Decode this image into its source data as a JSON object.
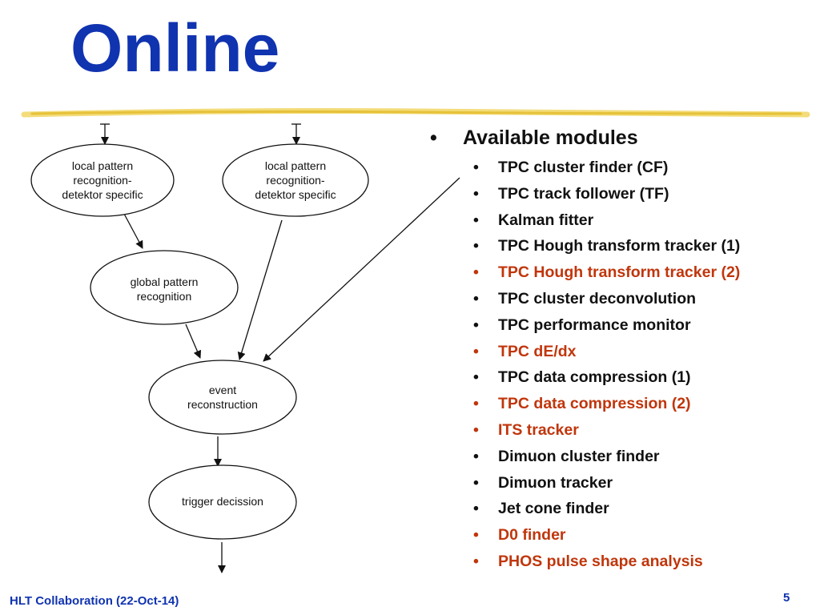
{
  "title": "Online",
  "colors": {
    "title": "#1033b0",
    "text": "#111111",
    "highlight": "#c0360c",
    "rule": "#e6c23a"
  },
  "diagram": {
    "nodes": [
      {
        "id": "local1",
        "label": "local pattern\nrecognition-\ndetektor specific"
      },
      {
        "id": "local2",
        "label": "local pattern\nrecognition-\ndetektor specific"
      },
      {
        "id": "global",
        "label": "global pattern\nrecognition"
      },
      {
        "id": "event",
        "label": "event\nreconstruction"
      },
      {
        "id": "trigger",
        "label": "trigger decission"
      }
    ]
  },
  "modules": {
    "heading": "Available modules",
    "items": [
      {
        "label": "TPC cluster finder (CF)",
        "highlight": false
      },
      {
        "label": "TPC track follower (TF)",
        "highlight": false
      },
      {
        "label": "Kalman fitter",
        "highlight": false
      },
      {
        "label": "TPC Hough transform tracker (1)",
        "highlight": false
      },
      {
        "label": "TPC Hough transform tracker (2)",
        "highlight": true
      },
      {
        "label": "TPC cluster deconvolution",
        "highlight": false
      },
      {
        "label": "TPC performance monitor",
        "highlight": false
      },
      {
        "label": "TPC dE/dx",
        "highlight": true
      },
      {
        "label": "TPC data compression (1)",
        "highlight": false
      },
      {
        "label": "TPC data compression (2)",
        "highlight": true
      },
      {
        "label": "ITS tracker",
        "highlight": true
      },
      {
        "label": "Dimuon cluster finder",
        "highlight": false
      },
      {
        "label": "Dimuon tracker",
        "highlight": false
      },
      {
        "label": "Jet cone finder",
        "highlight": false
      },
      {
        "label": "D0 finder",
        "highlight": true
      },
      {
        "label": "PHOS pulse shape analysis",
        "highlight": true
      }
    ]
  },
  "footer": "HLT Collaboration (22-Oct-14)",
  "page_number": "5"
}
